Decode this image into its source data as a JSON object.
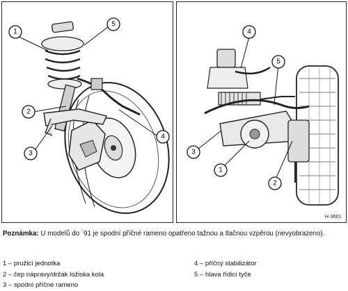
{
  "figure_code": "H-3601",
  "callouts_left": [
    "1",
    "2",
    "3",
    "4",
    "5"
  ],
  "callouts_right": [
    "1",
    "2",
    "3",
    "4",
    "5"
  ],
  "note": {
    "label": "Poznámka:",
    "text": "U modelů do ´91 je spodní příčné rameno opatřeno tažnou a tlačnou vzpěrou (nevyobrazeno)."
  },
  "legend": {
    "left": [
      "1 – pružicí jednotka",
      "2 – čep nápravy/držák ložiska kola",
      "3 – spodní příčné rameno"
    ],
    "right": [
      "4 – příčný stabilizátor",
      "5 – hlava řídicí tyče"
    ]
  }
}
